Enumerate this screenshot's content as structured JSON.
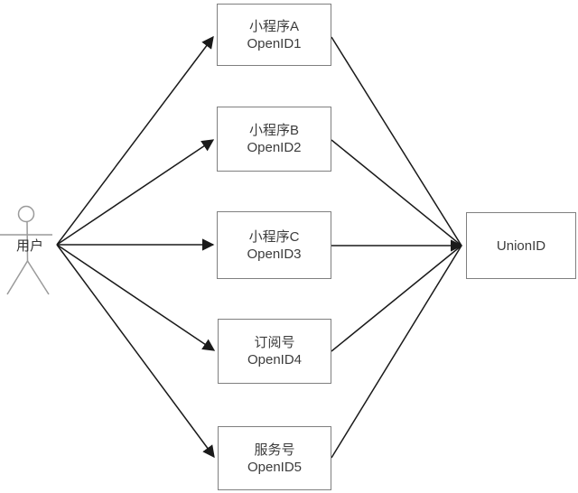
{
  "diagram": {
    "user": {
      "label": "用户"
    },
    "nodes": [
      {
        "line1": "小程序A",
        "line2": "OpenID1"
      },
      {
        "line1": "小程序B",
        "line2": "OpenID2"
      },
      {
        "line1": "小程序C",
        "line2": "OpenID3"
      },
      {
        "line1": "订阅号",
        "line2": "OpenID4"
      },
      {
        "line1": "服务号",
        "line2": "OpenID5"
      }
    ],
    "target": {
      "label": "UnionID"
    },
    "colors": {
      "background": "#ffffff",
      "box_border": "#7f7f7f",
      "box_text": "#3c3c3c",
      "arrow": "#1a1a1a",
      "stick_figure": "#9a9a9a"
    }
  }
}
